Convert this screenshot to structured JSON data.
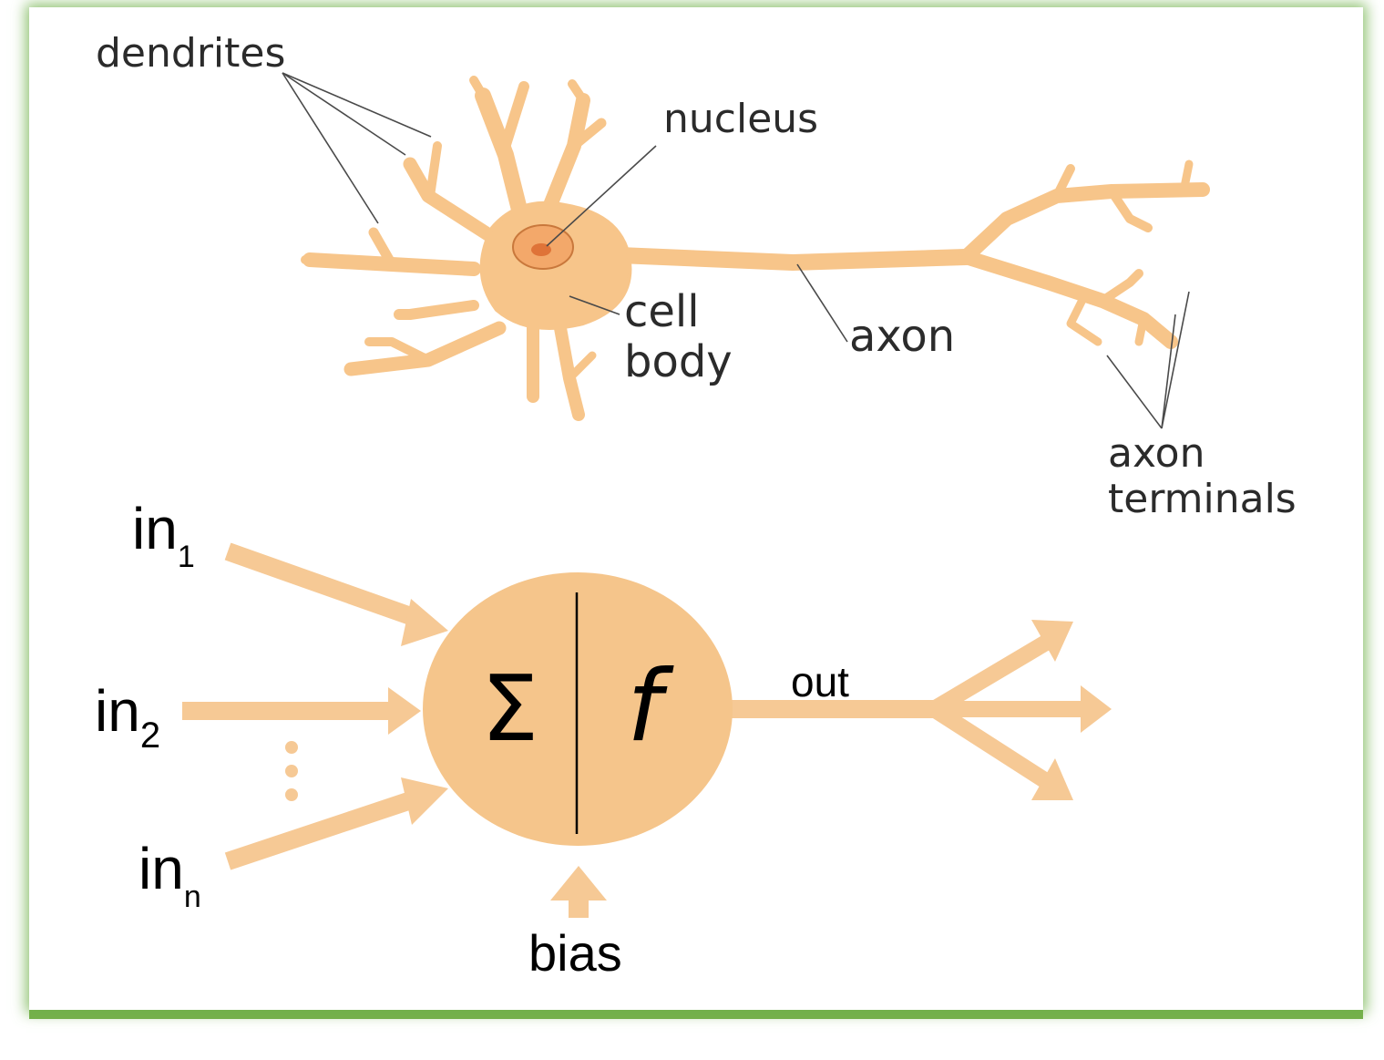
{
  "neuron": {
    "labels": {
      "dendrites": "dendrites",
      "nucleus": "nucleus",
      "cell": "cell",
      "body": "body",
      "axon": "axon",
      "axon_terminals_1": "axon",
      "axon_terminals_2": "terminals"
    }
  },
  "model": {
    "inputs": [
      {
        "base": "in",
        "sub": "1"
      },
      {
        "base": "in",
        "sub": "2"
      },
      {
        "base": "in",
        "sub": "n"
      }
    ],
    "sum_symbol": "Σ",
    "func_symbol": "f",
    "output_label": "out",
    "bias_label": "bias"
  },
  "colors": {
    "cell_fill": "#f7c58a",
    "cell_stroke": "#e3a968",
    "nucleus_fill": "#f0a063",
    "nucleolus": "#e07a3d",
    "arrow": "#f6c995",
    "circle": "#f5c58b",
    "frame_glow": "#76b04c"
  }
}
